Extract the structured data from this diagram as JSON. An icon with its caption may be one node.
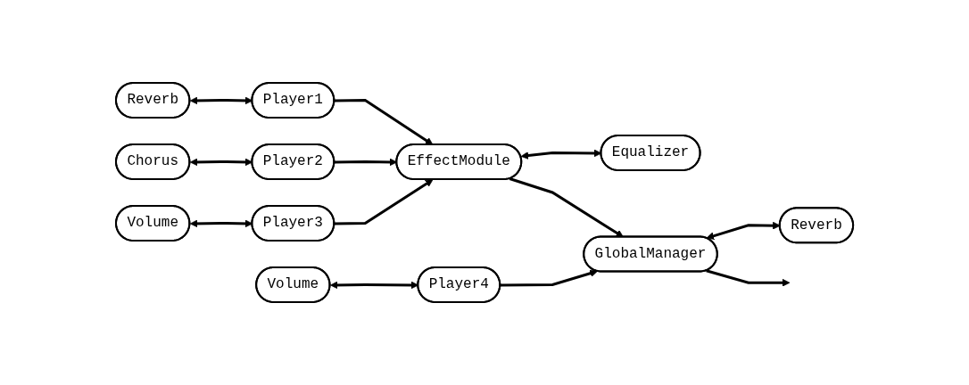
{
  "diagram": {
    "nodes": [
      {
        "text": [
          "Reverb"
        ]
      },
      {
        "text": [
          "Player1"
        ]
      },
      {
        "text": [
          "Equalizer"
        ]
      },
      {
        "text": [
          "Chorus"
        ]
      },
      {
        "text": [
          "Player2"
        ]
      },
      {
        "text": [
          "EffectModule"
        ]
      },
      {
        "text": [
          "Reverb"
        ]
      },
      {
        "text": [
          "Volume"
        ]
      },
      {
        "text": [
          "Player3"
        ]
      },
      {
        "text": [
          "GlobalManager"
        ]
      },
      {
        "text": [
          "Volume"
        ]
      },
      {
        "text": [
          "Player4"
        ]
      }
    ],
    "edges": [
      {
        "from": 0,
        "to": 1,
        "arrow": "both"
      },
      {
        "from": 1,
        "to": 5,
        "arrow": "to"
      },
      {
        "from": 5,
        "to": 2,
        "arrow": "both"
      },
      {
        "from": 3,
        "to": 4,
        "arrow": "both"
      },
      {
        "from": 4,
        "to": 5,
        "arrow": "to"
      },
      {
        "from": 5,
        "to": 9,
        "arrow": "to"
      },
      {
        "from": 9,
        "to": 6,
        "arrow": "both"
      },
      {
        "from": 7,
        "to": 8,
        "arrow": "both"
      },
      {
        "from": 8,
        "to": 5,
        "arrow": "to"
      },
      {
        "from": 10,
        "to": 11,
        "arrow": "both"
      },
      {
        "from": 11,
        "to": 9,
        "arrow": "to"
      },
      {
        "from": 9,
        "to": null,
        "arrow": "to"
      }
    ]
  }
}
